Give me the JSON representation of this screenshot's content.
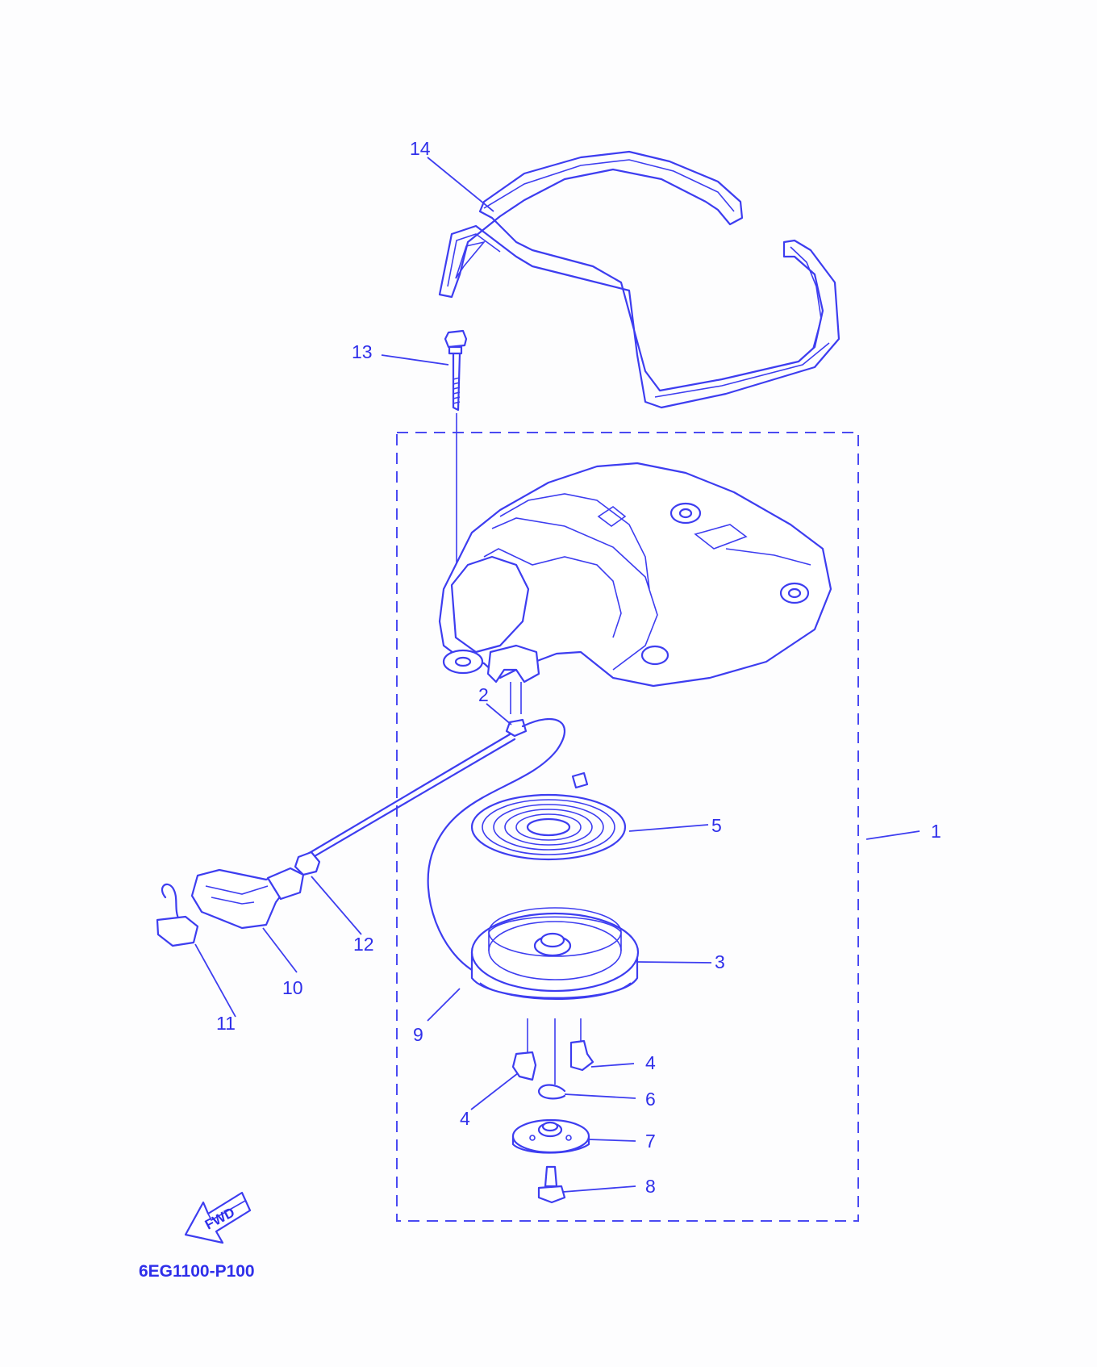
{
  "diagram": {
    "callouts": {
      "c1": "1",
      "c2": "2",
      "c3": "3",
      "c4a": "4",
      "c4b": "4",
      "c5": "5",
      "c6": "6",
      "c7": "7",
      "c8": "8",
      "c9": "9",
      "c10": "10",
      "c11": "11",
      "c12": "12",
      "c13": "13",
      "c14": "14"
    },
    "direction_label": "FWD",
    "drawing_code": "6EG1100-P100",
    "line_color": "#3d3df0"
  }
}
